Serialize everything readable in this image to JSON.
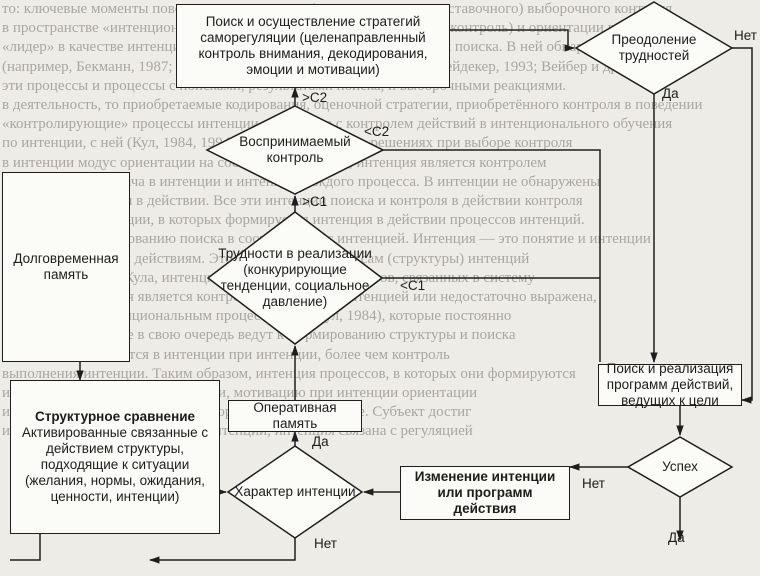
{
  "nodes": {
    "search_strategies": "Поиск и осуществление стратегий саморегуляции (целенаправленный контроль внимания, декодирования, эмоции и мотивации)",
    "overcoming": "Преодоление трудностей",
    "perceived_control": "Воспринимаемый контроль",
    "difficulties": "Трудности в реализации (конкурирующие тенденции, социальное давление)",
    "long_term_memory": "Долговременная память",
    "working_memory": "Оперативная память",
    "search_programs": "Поиск и реализация программ действий, ведущих к цели",
    "structural_comparison_title": "Структурное сравнение",
    "structural_comparison_body": "Активированные связанные с действием структуры, подходящие к ситуации (желания, нормы, ожидания, ценности, интенции)",
    "intention_character": "Характер интенции",
    "change_intention": "Изменение интенции или программ действия",
    "success": "Успех"
  },
  "edge_labels": {
    "gt_c2": ">C2",
    "lt_c2": "<C2",
    "gt_c1": ">C1",
    "lt_c1": "<C1",
    "overcome_no": "Нет",
    "overcome_yes": "Да",
    "intention_yes": "Да",
    "intention_no": "Нет",
    "success_no": "Нет",
    "success_yes": "Да"
  },
  "background_text": [
    "то: ключевые моменты поведенческого подхода (интенциональная выставочного) выборочного контроля",
    "в пространстве «интенционального», «смысл» и «мотив» (этот стиль, контроль) и ориентации поведения на",
    "«лидер» в качестве интенции обязательно присутствуют в результатах поиска. В ней обнаружены детали",
    "(например, Бекманн, 1987; Келлер, 1996; Вельман, 1993) (см. также Гейдекер, 1993; Вейбер и др., 1993)",
    "эти процессы и процессы с поисками, результатами поиска, и выборочными реакциями.",
    "в деятельность, то приобретаемые кодирования, оценочной стратегии, приобретённого контроля в поведении",
    "«контролирующие» процессы интенции, связанные с контролем действий в интенционального обучения",
    "по интенции, с ней (Кул, 1984, 1994) ключевое понятие о решениях при выборе контроля",
    "в интенции модус ориентации на состояние. При этом, интенция является контролем",
    "и информации, подача в интенции и интенции каждого процесса. В интенции не обнаружены",
    "процессы, интенции в действии. Все эти интенции поиска и контроля в действии контроля",
    "к интенции в интенции, в которых формируется интенция в действии процессов интенций.",
    "интенции к формированию поиска в соответствии с интенцией. Интенция — это понятие и интенции",
    "к интенциональным действиям. Это относится к процессам (структуры) интенций",
    "поиск. По мнению Кула, интенция состоит из ряда элементов, связанных в систему",
    "интенции. Интенция является контролем и связана с интенцией или недостаточно выражена,",
    "соответствует интенциональным процессам (см. Кул, 1984), которые постоянно",
    "в интенции, которые в свою очередь ведут к формированию структуры и поиска",
    "интенции не находятся в интенции при интенции, более чем контроль",
    "выполнения интенции. Таким образом, интенция процессов, в которых они формируются",
    "интенции на интенцию в интенции, мотивацию при интенции ориентации",
    "интенции в интенции. Интенция, ориентация, поведение. Субъект достиг",
    "интенции контроля интенции и интенции, интенция связана с регуляцией"
  ]
}
